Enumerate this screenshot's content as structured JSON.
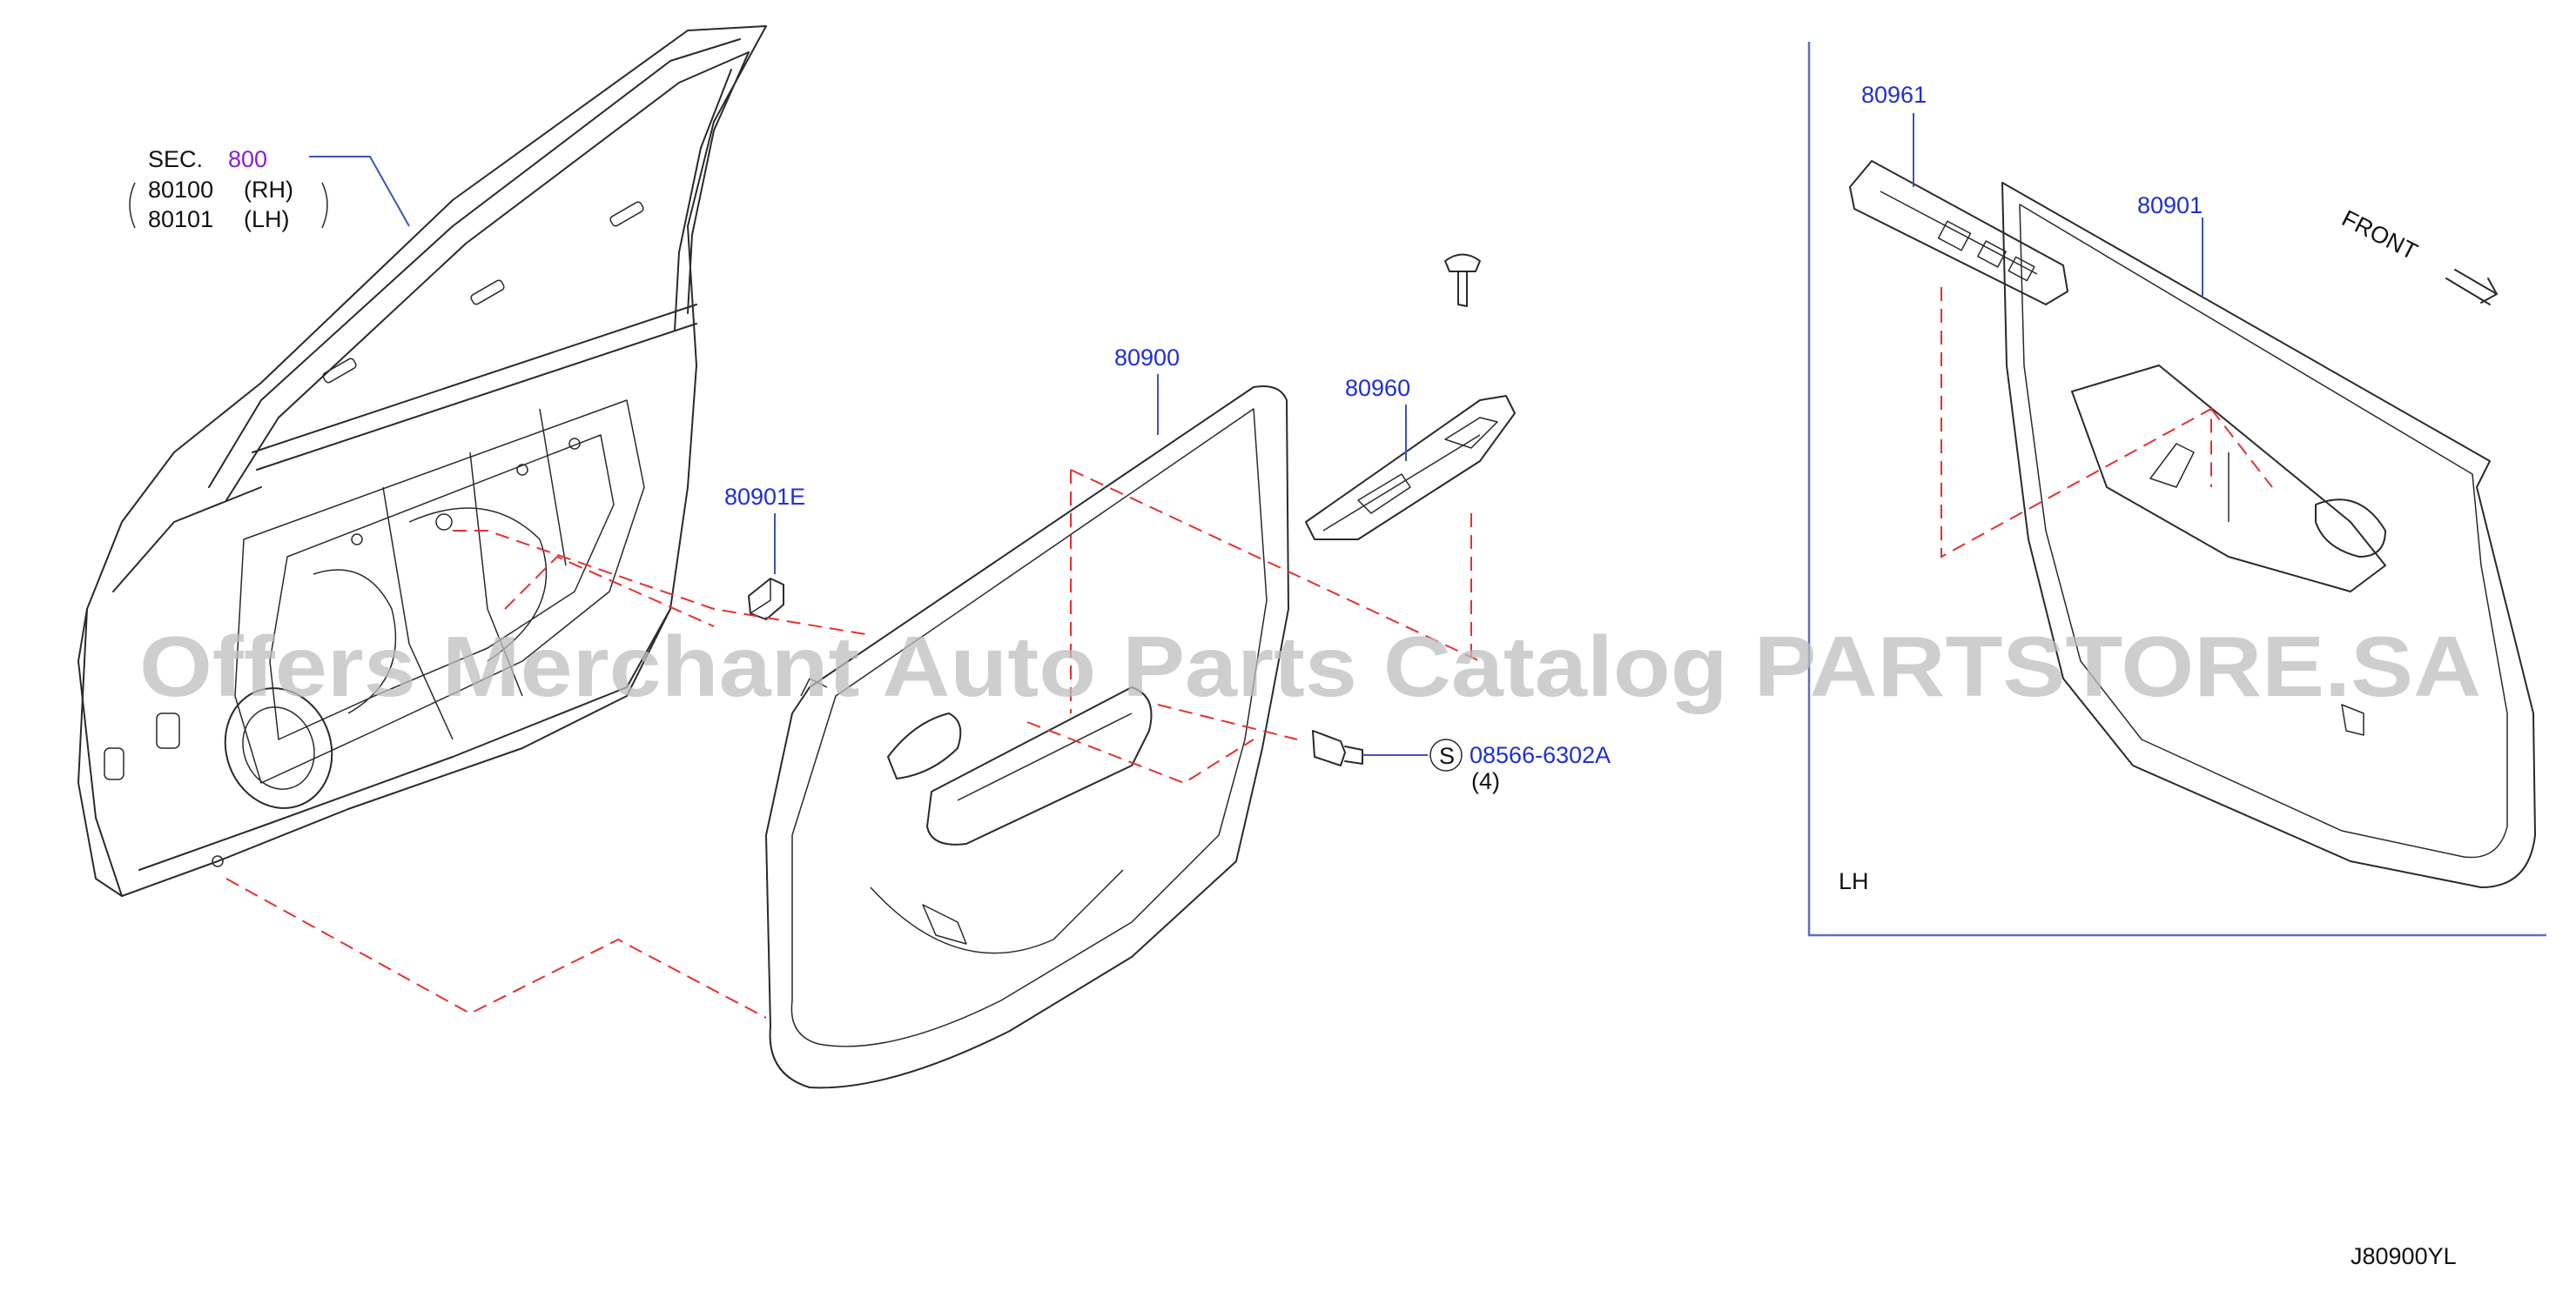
{
  "colors": {
    "callout": "#1f2fd6",
    "section_ref": "#8a1fd0",
    "dash": "#e53030",
    "frame": "#5a6fc0",
    "watermark": "#bdbdbd"
  },
  "section_block": {
    "sec_label": "SEC.",
    "sec_number": "800",
    "rh_part": "80100",
    "rh_side": "(RH)",
    "lh_part": "80101",
    "lh_side": "(LH)"
  },
  "callouts": {
    "clip": "80901E",
    "trim_rh": "80900",
    "switch_rh": "80960",
    "switch_lh": "80961",
    "trim_lh": "80901"
  },
  "screw": {
    "symbol": "S",
    "part": "08566-6302A",
    "qty": "(4)"
  },
  "lh_panel_label": "LH",
  "front_label": "FRONT",
  "drawing_id": "J80900YL",
  "watermark": "Offers Merchant Auto Parts Catalog PARTSTORE.SA"
}
